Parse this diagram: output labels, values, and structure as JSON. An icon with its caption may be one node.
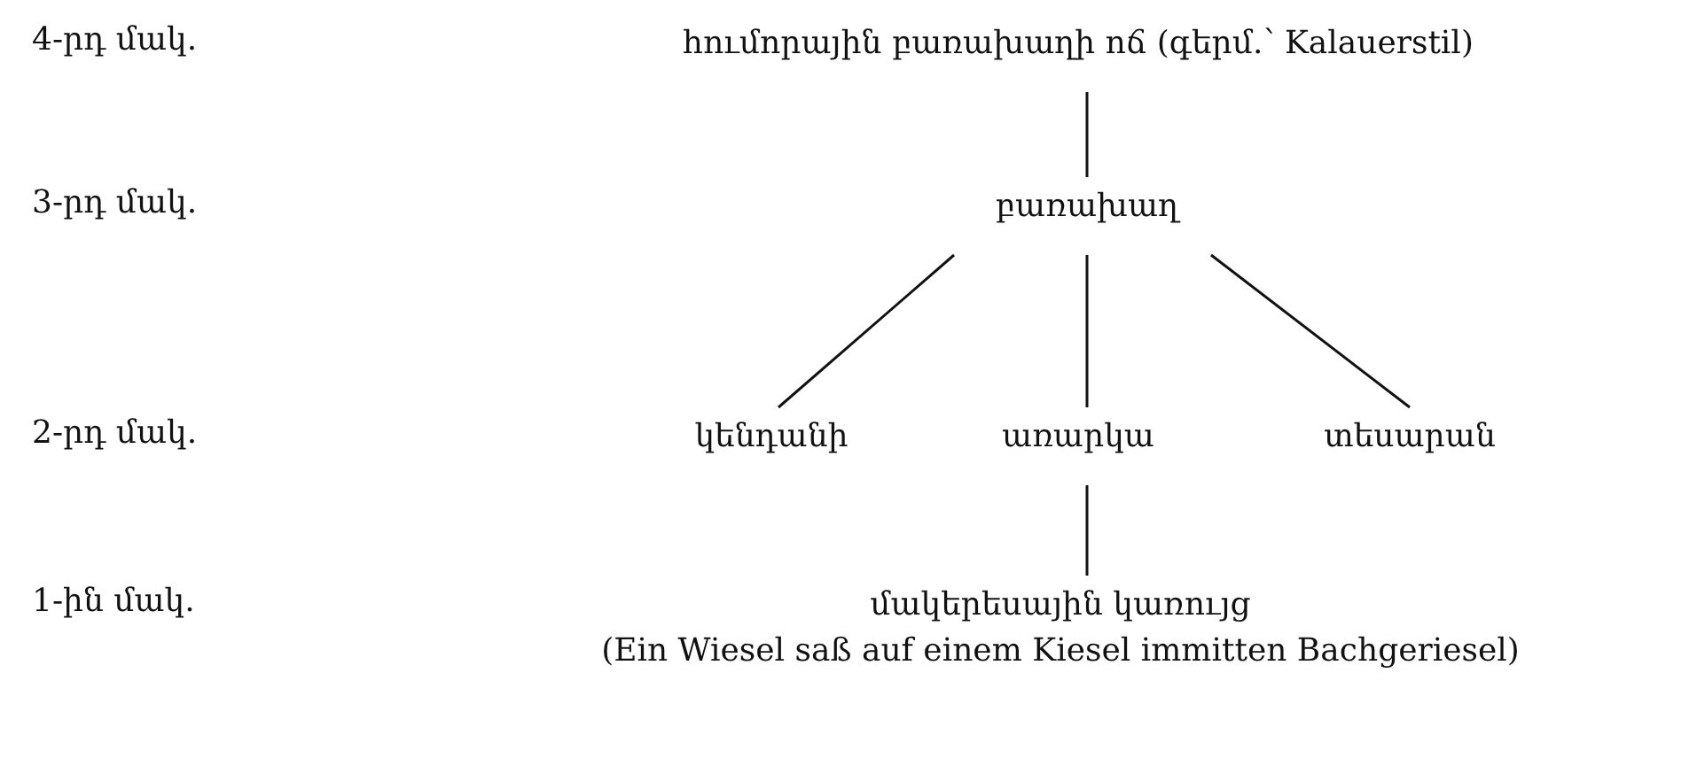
{
  "diagram": {
    "nodes": [
      {
        "text": [
          "հումորային բառախաղի ոճ (գերմ.՝ Kalauerstil)"
        ]
      },
      {
        "text": [
          "բառախաղ"
        ]
      },
      {
        "text": [
          "կենդանի"
        ]
      },
      {
        "text": [
          "առարկա"
        ]
      },
      {
        "text": [
          "տեսարան"
        ]
      },
      {
        "text": [
          "մակերեսային կառույց",
          "(Ein Wiesel saß auf einem Kiesel immitten Bachgeriesel)"
        ]
      }
    ],
    "edges": [
      {
        "from": 0,
        "to": 1,
        "arrow": "none"
      },
      {
        "from": 1,
        "to": 2,
        "arrow": "none"
      },
      {
        "from": 1,
        "to": 3,
        "arrow": "none"
      },
      {
        "from": 1,
        "to": 4,
        "arrow": "none"
      },
      {
        "from": 3,
        "to": 5,
        "arrow": "none"
      }
    ],
    "labels": [
      "4-րդ մակ.",
      "3-րդ մակ.",
      "2-րդ մակ.",
      "1-ին մակ."
    ]
  }
}
